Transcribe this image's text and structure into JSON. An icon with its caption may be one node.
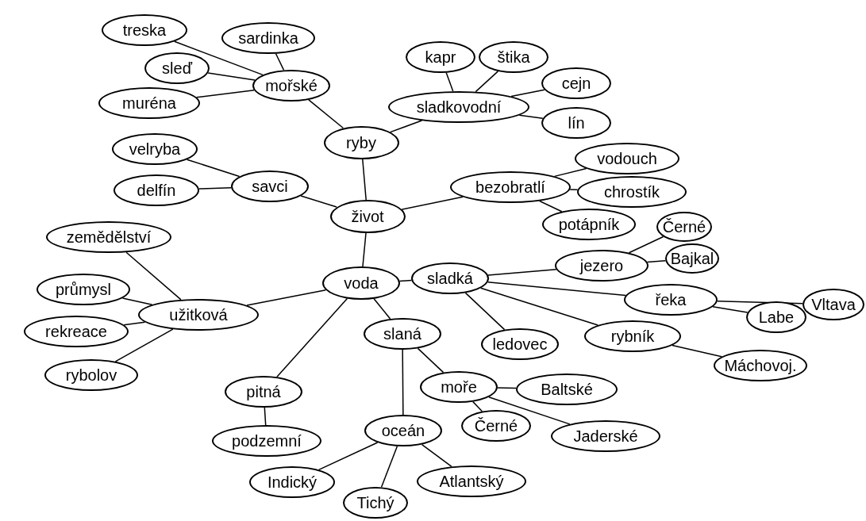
{
  "diagram": {
    "nodes": [
      {
        "text": [
          "život"
        ]
      },
      {
        "text": [
          "ryby"
        ]
      },
      {
        "text": [
          "mořské"
        ]
      },
      {
        "text": [
          "treska"
        ]
      },
      {
        "text": [
          "sardinka"
        ]
      },
      {
        "text": [
          "sleď"
        ]
      },
      {
        "text": [
          "muréna"
        ]
      },
      {
        "text": [
          "sladkovodní"
        ]
      },
      {
        "text": [
          "kapr"
        ]
      },
      {
        "text": [
          "štika"
        ]
      },
      {
        "text": [
          "cejn"
        ]
      },
      {
        "text": [
          "lín"
        ]
      },
      {
        "text": [
          "savci"
        ]
      },
      {
        "text": [
          "velryba"
        ]
      },
      {
        "text": [
          "delfín"
        ]
      },
      {
        "text": [
          "bezobratlí"
        ]
      },
      {
        "text": [
          "vodouch"
        ]
      },
      {
        "text": [
          "chrostík"
        ]
      },
      {
        "text": [
          "potápník"
        ]
      },
      {
        "text": [
          "voda"
        ]
      },
      {
        "text": [
          "užitková"
        ]
      },
      {
        "text": [
          "zemědělství"
        ]
      },
      {
        "text": [
          "průmysl"
        ]
      },
      {
        "text": [
          "rekreace"
        ]
      },
      {
        "text": [
          "rybolov"
        ]
      },
      {
        "text": [
          "sladká"
        ]
      },
      {
        "text": [
          "jezero"
        ]
      },
      {
        "text": [
          "Černé"
        ]
      },
      {
        "text": [
          "Bajkal"
        ]
      },
      {
        "text": [
          "řeka"
        ]
      },
      {
        "text": [
          "Vltava"
        ]
      },
      {
        "text": [
          "Labe"
        ]
      },
      {
        "text": [
          "rybník"
        ]
      },
      {
        "text": [
          "Máchovoj."
        ]
      },
      {
        "text": [
          "ledovec"
        ]
      },
      {
        "text": [
          "slaná"
        ]
      },
      {
        "text": [
          "moře"
        ]
      },
      {
        "text": [
          "Baltské"
        ]
      },
      {
        "text": [
          "Černé"
        ]
      },
      {
        "text": [
          "Jaderské"
        ]
      },
      {
        "text": [
          "oceán"
        ]
      },
      {
        "text": [
          "Indický"
        ]
      },
      {
        "text": [
          "Tichý"
        ]
      },
      {
        "text": [
          "Atlantský"
        ]
      },
      {
        "text": [
          "pitná"
        ]
      },
      {
        "text": [
          "podzemní"
        ]
      }
    ],
    "edges": [
      {
        "from": 0,
        "to": 1,
        "arrow": "none"
      },
      {
        "from": 1,
        "to": 2,
        "arrow": "none"
      },
      {
        "from": 2,
        "to": 3,
        "arrow": "none"
      },
      {
        "from": 2,
        "to": 4,
        "arrow": "none"
      },
      {
        "from": 2,
        "to": 5,
        "arrow": "none"
      },
      {
        "from": 2,
        "to": 6,
        "arrow": "none"
      },
      {
        "from": 1,
        "to": 7,
        "arrow": "none"
      },
      {
        "from": 7,
        "to": 8,
        "arrow": "none"
      },
      {
        "from": 7,
        "to": 9,
        "arrow": "none"
      },
      {
        "from": 7,
        "to": 10,
        "arrow": "none"
      },
      {
        "from": 7,
        "to": 11,
        "arrow": "none"
      },
      {
        "from": 0,
        "to": 12,
        "arrow": "none"
      },
      {
        "from": 12,
        "to": 13,
        "arrow": "none"
      },
      {
        "from": 12,
        "to": 14,
        "arrow": "none"
      },
      {
        "from": 0,
        "to": 15,
        "arrow": "none"
      },
      {
        "from": 15,
        "to": 16,
        "arrow": "none"
      },
      {
        "from": 15,
        "to": 17,
        "arrow": "none"
      },
      {
        "from": 15,
        "to": 18,
        "arrow": "none"
      },
      {
        "from": 0,
        "to": 19,
        "arrow": "none"
      },
      {
        "from": 19,
        "to": 20,
        "arrow": "none"
      },
      {
        "from": 20,
        "to": 21,
        "arrow": "none"
      },
      {
        "from": 20,
        "to": 22,
        "arrow": "none"
      },
      {
        "from": 20,
        "to": 23,
        "arrow": "none"
      },
      {
        "from": 20,
        "to": 24,
        "arrow": "none"
      },
      {
        "from": 19,
        "to": 25,
        "arrow": "none"
      },
      {
        "from": 25,
        "to": 26,
        "arrow": "none"
      },
      {
        "from": 26,
        "to": 27,
        "arrow": "none"
      },
      {
        "from": 26,
        "to": 28,
        "arrow": "none"
      },
      {
        "from": 25,
        "to": 29,
        "arrow": "none"
      },
      {
        "from": 29,
        "to": 30,
        "arrow": "none"
      },
      {
        "from": 29,
        "to": 31,
        "arrow": "none"
      },
      {
        "from": 25,
        "to": 32,
        "arrow": "none"
      },
      {
        "from": 32,
        "to": 33,
        "arrow": "none"
      },
      {
        "from": 25,
        "to": 34,
        "arrow": "none"
      },
      {
        "from": 19,
        "to": 35,
        "arrow": "none"
      },
      {
        "from": 35,
        "to": 36,
        "arrow": "none"
      },
      {
        "from": 36,
        "to": 37,
        "arrow": "none"
      },
      {
        "from": 36,
        "to": 38,
        "arrow": "none"
      },
      {
        "from": 36,
        "to": 39,
        "arrow": "none"
      },
      {
        "from": 35,
        "to": 40,
        "arrow": "none"
      },
      {
        "from": 40,
        "to": 41,
        "arrow": "none"
      },
      {
        "from": 40,
        "to": 42,
        "arrow": "none"
      },
      {
        "from": 40,
        "to": 43,
        "arrow": "none"
      },
      {
        "from": 19,
        "to": 44,
        "arrow": "none"
      },
      {
        "from": 44,
        "to": 45,
        "arrow": "none"
      }
    ]
  }
}
